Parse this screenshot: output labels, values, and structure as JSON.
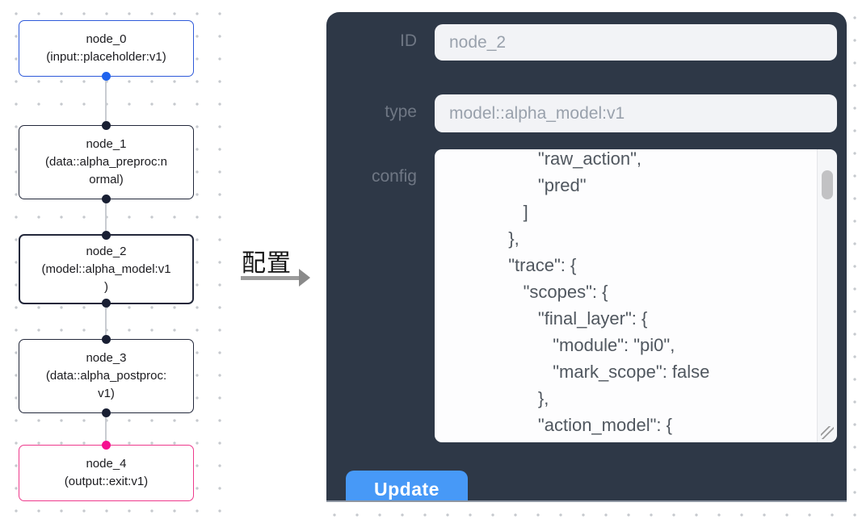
{
  "flow": {
    "nodes": [
      {
        "id": "node_0",
        "lines": [
          "node_0",
          "(input::placeholder:v1)"
        ],
        "colors": {
          "border": "#2e59d9",
          "bg": "#ffffff",
          "port": "#1f63ee"
        }
      },
      {
        "id": "node_1",
        "lines": [
          "node_1",
          "(data::alpha_preproc:n",
          "ormal)"
        ],
        "colors": {
          "border": "#23283b",
          "bg": "#ffffff",
          "port": "#191f33"
        }
      },
      {
        "id": "node_2",
        "lines": [
          "node_2",
          "(model::alpha_model:v1",
          ")"
        ],
        "colors": {
          "border": "#23283b",
          "bg": "#ececec",
          "port": "#191f33"
        }
      },
      {
        "id": "node_3",
        "lines": [
          "node_3",
          "(data::alpha_postproc:",
          "v1)"
        ],
        "colors": {
          "border": "#23283b",
          "bg": "#ffffff",
          "port": "#191f33"
        }
      },
      {
        "id": "node_4",
        "lines": [
          "node_4",
          "(output::exit:v1)"
        ],
        "colors": {
          "border": "#ee3a8c",
          "bg": "#ffffff",
          "port": "#f51090"
        }
      }
    ],
    "edge_color": "#c9ccd1"
  },
  "annotation": {
    "label": "配置"
  },
  "panel": {
    "bg_color": "#2e3847",
    "fields": [
      {
        "label": "ID",
        "value": "node_2"
      },
      {
        "label": "type",
        "value": "model::alpha_model:v1"
      }
    ],
    "config": {
      "label": "config",
      "lines": [
        "                 \"raw_action\",",
        "                 \"pred\"",
        "              ]",
        "           },",
        "           \"trace\": {",
        "              \"scopes\": {",
        "                 \"final_layer\": {",
        "                    \"module\": \"pi0\",",
        "                    \"mark_scope\": false",
        "                 },",
        "                 \"action_model\": {"
      ]
    },
    "update_label": "Update",
    "button_color": "#4799f7"
  }
}
